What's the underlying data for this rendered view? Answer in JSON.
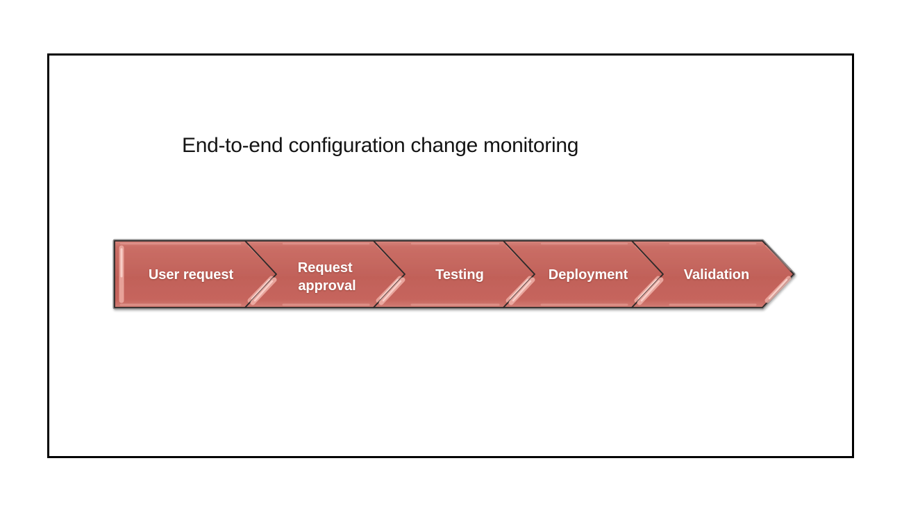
{
  "title": "End-to-end configuration change monitoring",
  "colors": {
    "frame_border": "#000000",
    "title_text": "#141414",
    "arrow_fill_top": "#d6867e",
    "arrow_fill_upper": "#ca6e66",
    "arrow_fill_mid": "#c16159",
    "arrow_fill_lower": "#c6655d",
    "arrow_fill_bottom": "#d27d75",
    "arrow_outline_dark": "#2e2a29",
    "arrow_outline_outer": "#8c8c8c",
    "gloss": "#f0b1a9",
    "gloss_core": "#fad3cc",
    "label_text": "#ffffff"
  },
  "process": {
    "type": "chevron-arrow-flow",
    "steps": [
      {
        "label": "User request",
        "lines": [
          "User request"
        ]
      },
      {
        "label": "Request approval",
        "lines": [
          "Request",
          "approval"
        ]
      },
      {
        "label": "Testing",
        "lines": [
          "Testing"
        ]
      },
      {
        "label": "Deployment",
        "lines": [
          "Deployment"
        ]
      },
      {
        "label": "Validation",
        "lines": [
          "Validation"
        ]
      }
    ]
  }
}
